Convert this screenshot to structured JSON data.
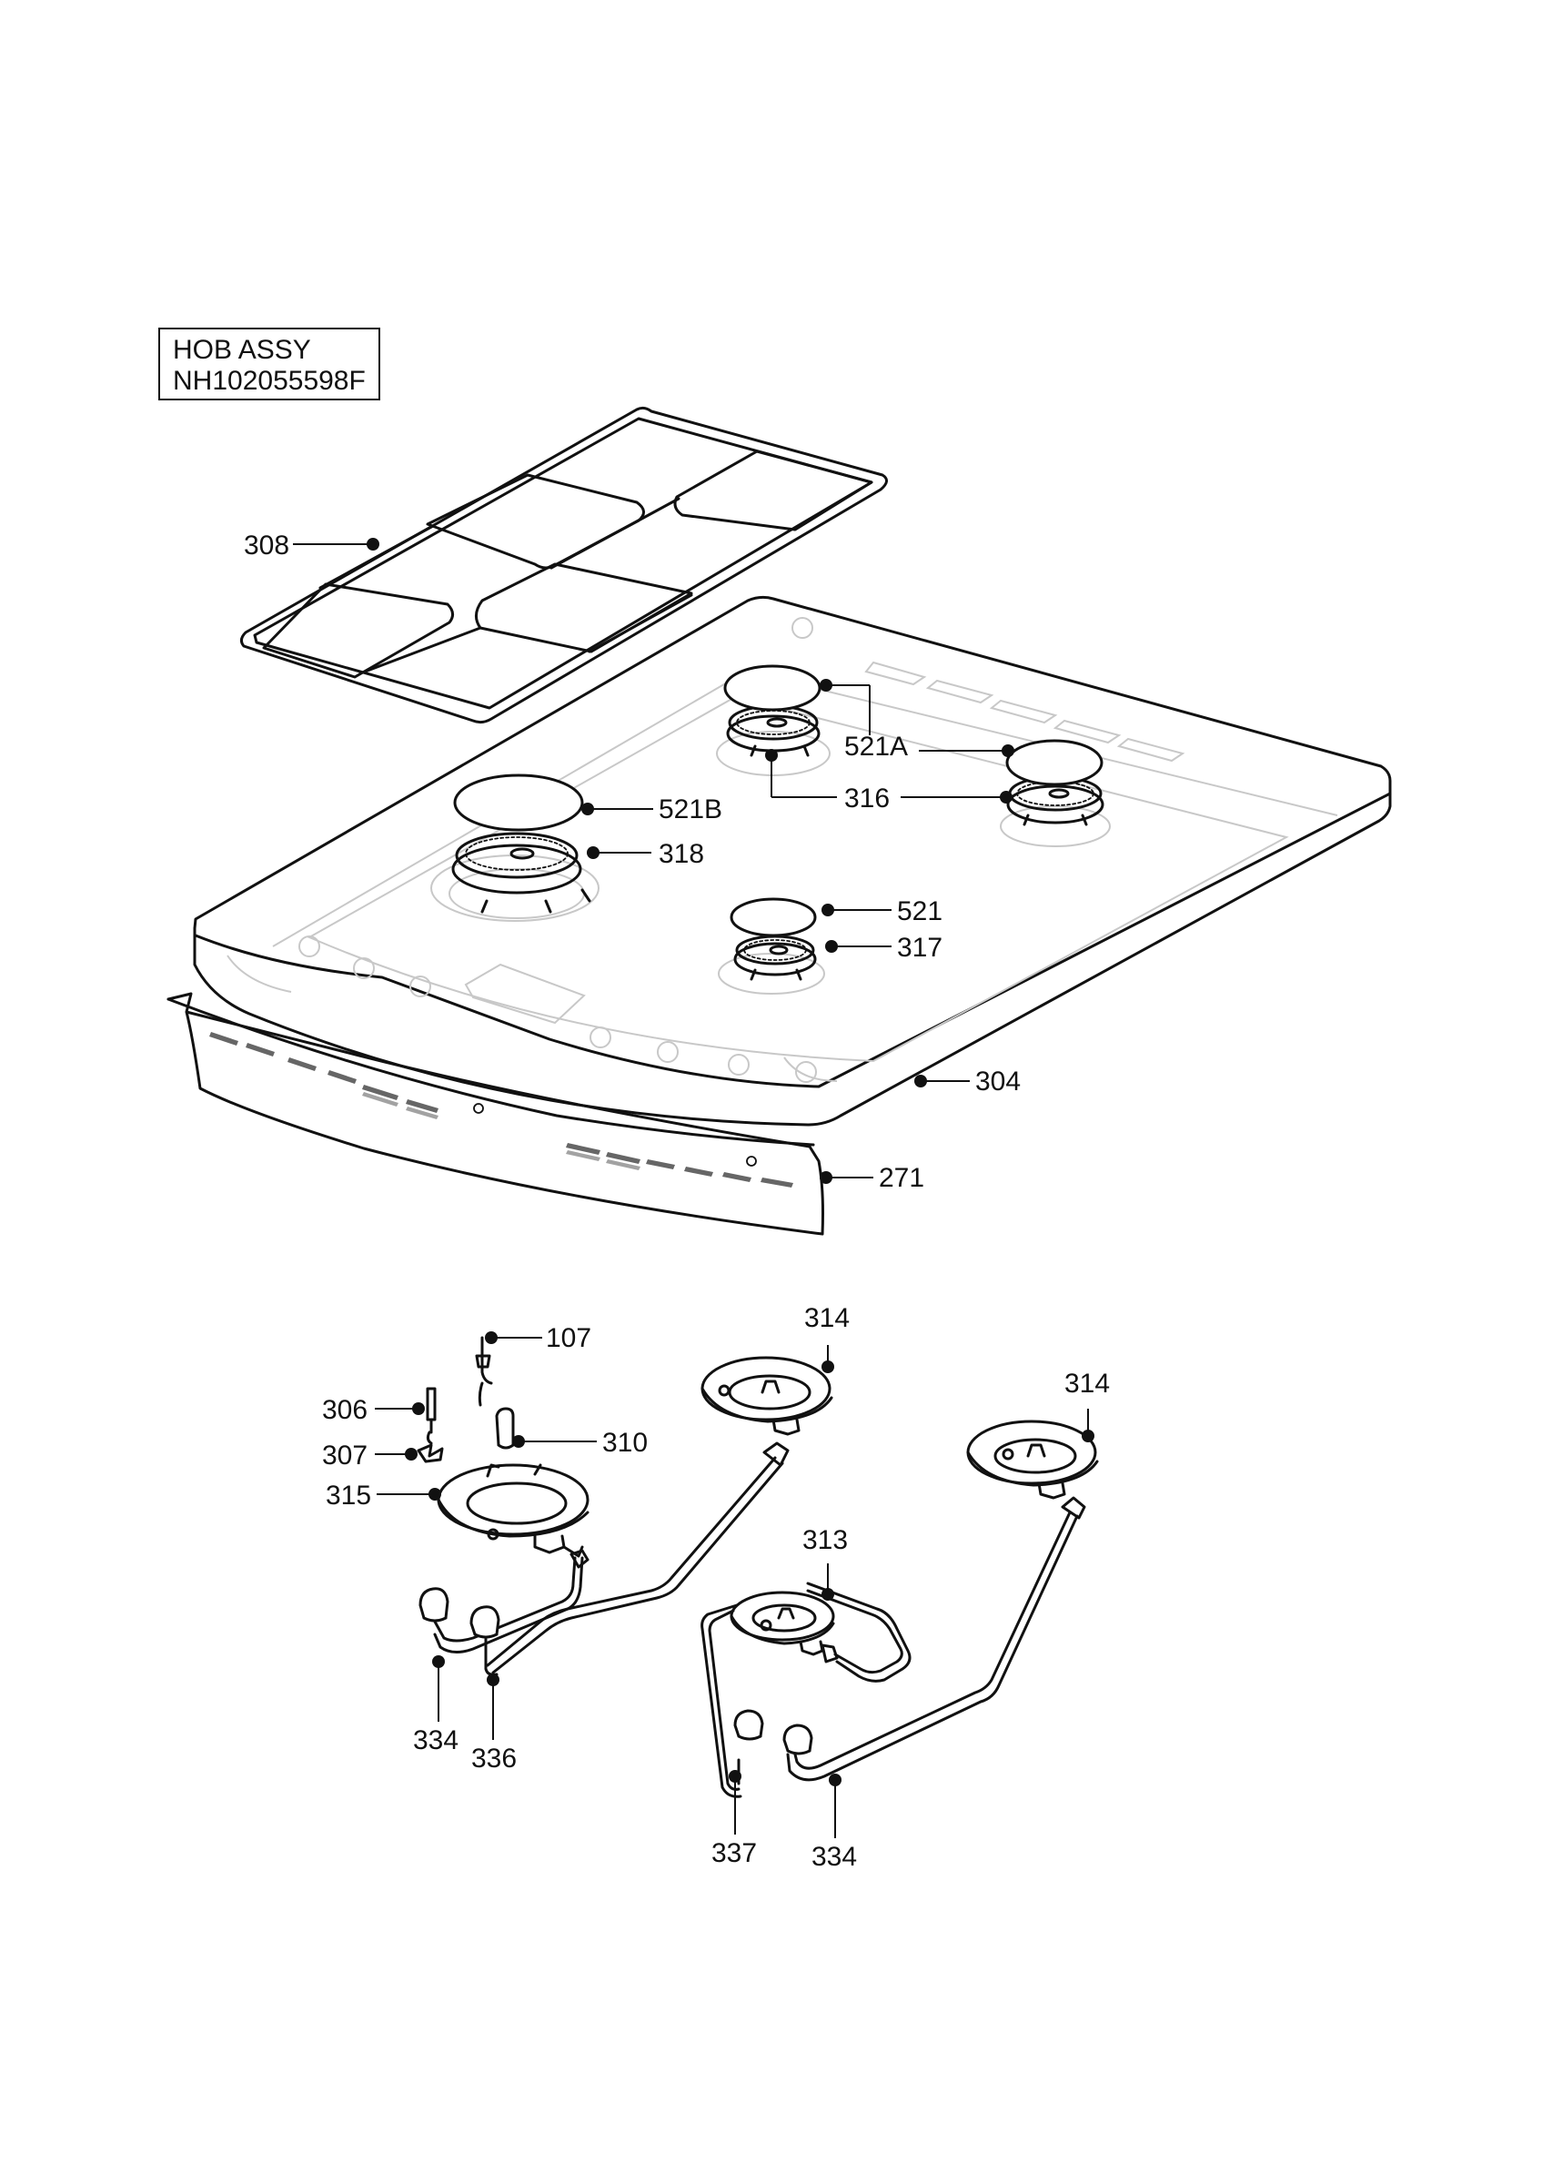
{
  "title_box": {
    "line1": "HOB ASSY",
    "line2": "NH102055598F"
  },
  "labels": {
    "l308": "308",
    "l521A": "521A",
    "l316": "316",
    "l521B": "521B",
    "l318": "318",
    "l521": "521",
    "l317": "317",
    "l304": "304",
    "l271": "271",
    "l107": "107",
    "l306": "306",
    "l307": "307",
    "l310": "310",
    "l315": "315",
    "l334a": "334",
    "l336": "336",
    "l314a": "314",
    "l314b": "314",
    "l313": "313",
    "l337": "337",
    "l334b": "334"
  }
}
